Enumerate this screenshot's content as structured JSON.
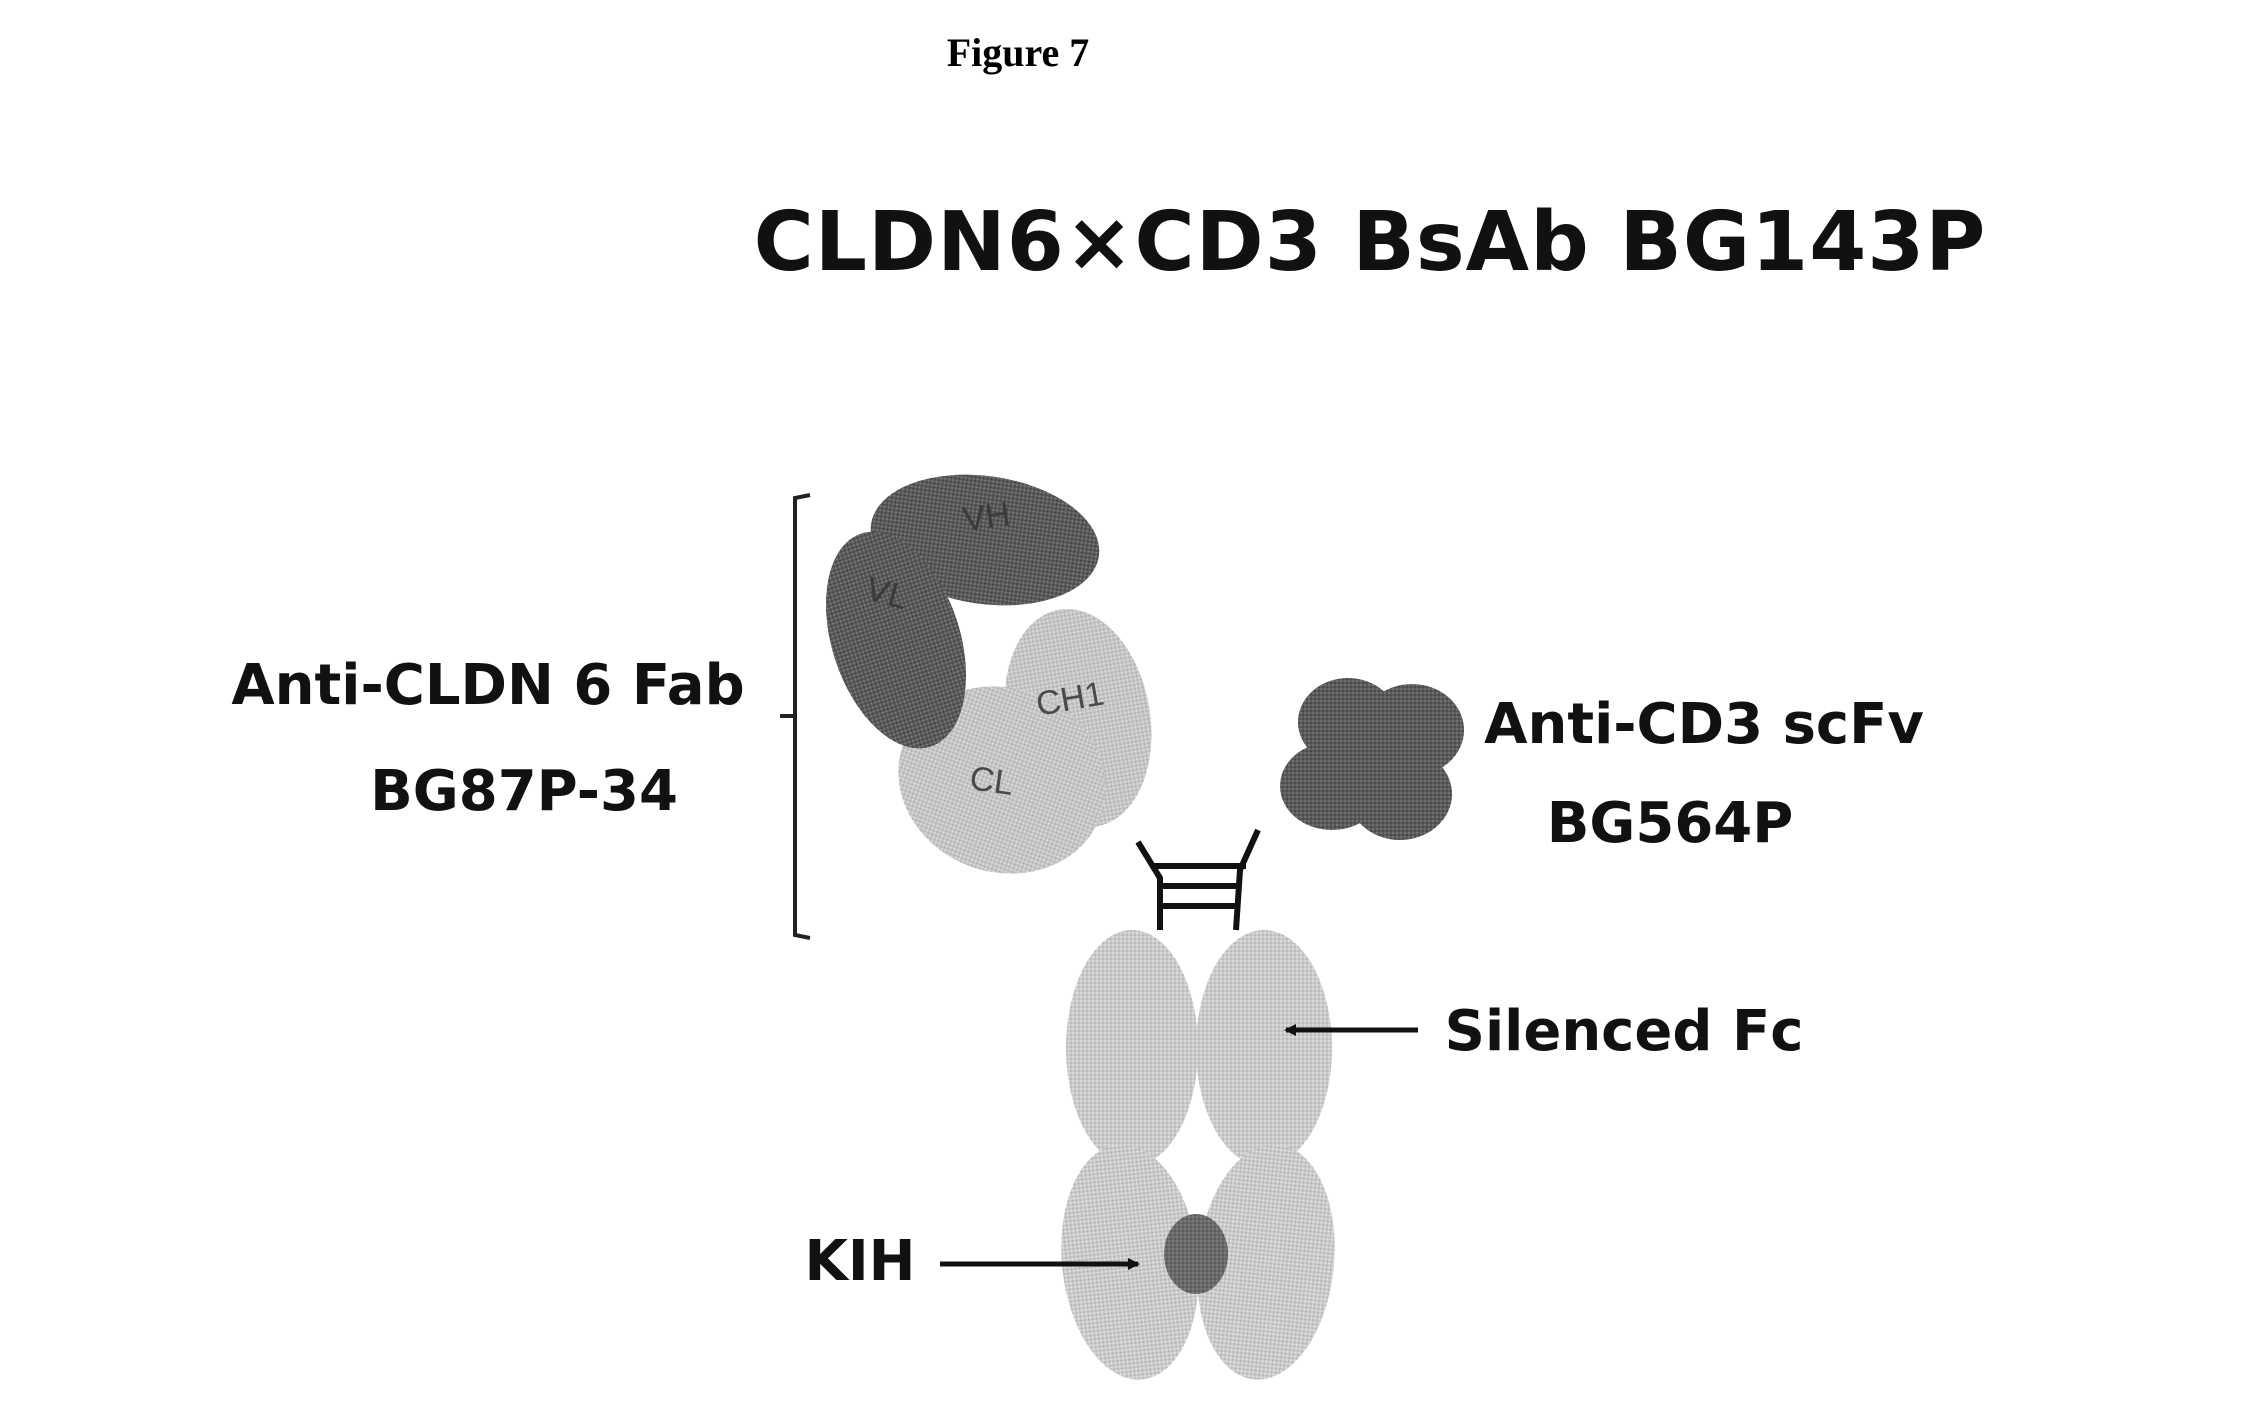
{
  "figure_label": "Figure 7",
  "title": "CLDN6×CD3 BsAb BG143P",
  "labels": {
    "fab_line1": "Anti-CLDN 6 Fab",
    "fab_line2": "BG87P-34",
    "scfv_line1": "Anti-CD3 scFv",
    "scfv_line2": "BG564P",
    "fc": "Silenced Fc",
    "kih": "KIH"
  },
  "domains": {
    "vh": "VH",
    "vl": "VL",
    "ch1": "CH1",
    "cl": "CL"
  },
  "colors": {
    "dark_domain": "#5e5e5e",
    "light_domain": "#c4c4c4",
    "fc_domain": "#c9c9c9",
    "knob": "#6e6e6e",
    "line": "#111111"
  }
}
